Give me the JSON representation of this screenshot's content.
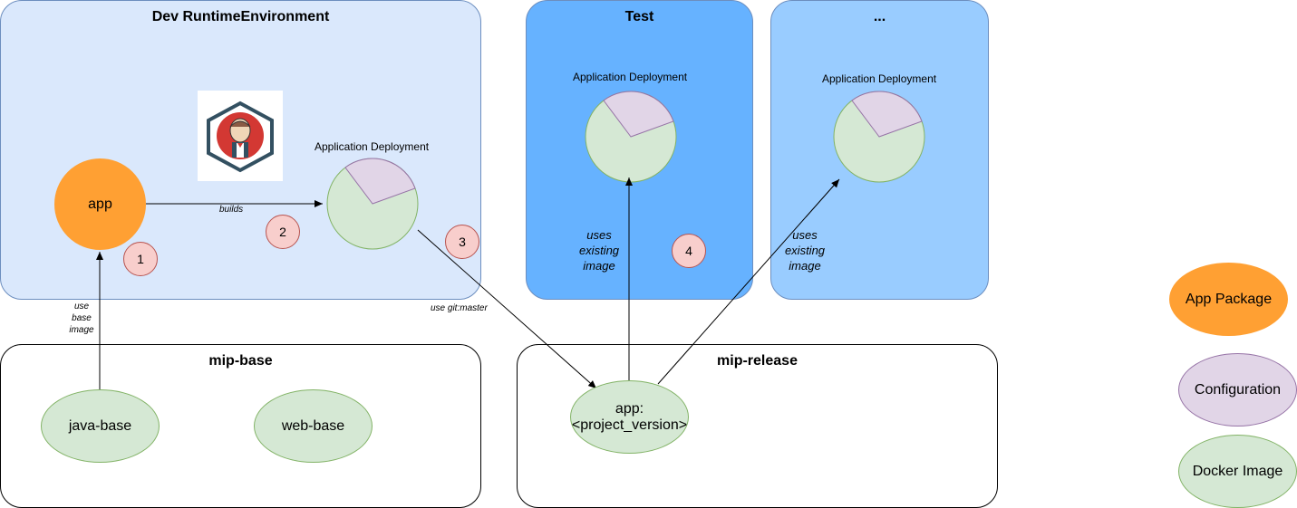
{
  "containers": {
    "dev": {
      "title": "Dev RuntimeEnvironment"
    },
    "test": {
      "title": "Test"
    },
    "other": {
      "title": "..."
    },
    "mip_base": {
      "title": "mip-base"
    },
    "mip_release": {
      "title": "mip-release"
    }
  },
  "nodes": {
    "app": "app",
    "java_base": "java-base",
    "web_base": "web-base",
    "app_release_line1": "app:",
    "app_release_line2": "<project_version>"
  },
  "deployments": {
    "dev": "Application Deployment",
    "test": "Application Deployment",
    "other": "Application Deployment"
  },
  "edge_labels": {
    "builds": "builds",
    "use_base_image": [
      "use",
      "base",
      "image"
    ],
    "use_git_master": "use git:master",
    "uses_existing_image_test": [
      "uses",
      "existing",
      "image"
    ],
    "uses_existing_image_other": [
      "uses",
      "existing",
      "image"
    ]
  },
  "step_markers": [
    "1",
    "2",
    "3",
    "4"
  ],
  "legend": {
    "app_package": "App Package",
    "configuration": "Configuration",
    "docker_image": "Docker Image"
  },
  "icons": [
    "jenkins-logo"
  ],
  "colors": {
    "dev_fill": "#dae8fc",
    "dev_stroke": "#6c8ebf",
    "test_fill": "#66b2ff",
    "other_fill": "#99ccff",
    "app_package": "#ffa033",
    "configuration": "#e1d5e7",
    "configuration_stroke": "#9673a6",
    "docker_image": "#d5e8d4",
    "docker_image_stroke": "#82b366",
    "marker_fill": "#f8cecc",
    "marker_stroke": "#b85450"
  }
}
